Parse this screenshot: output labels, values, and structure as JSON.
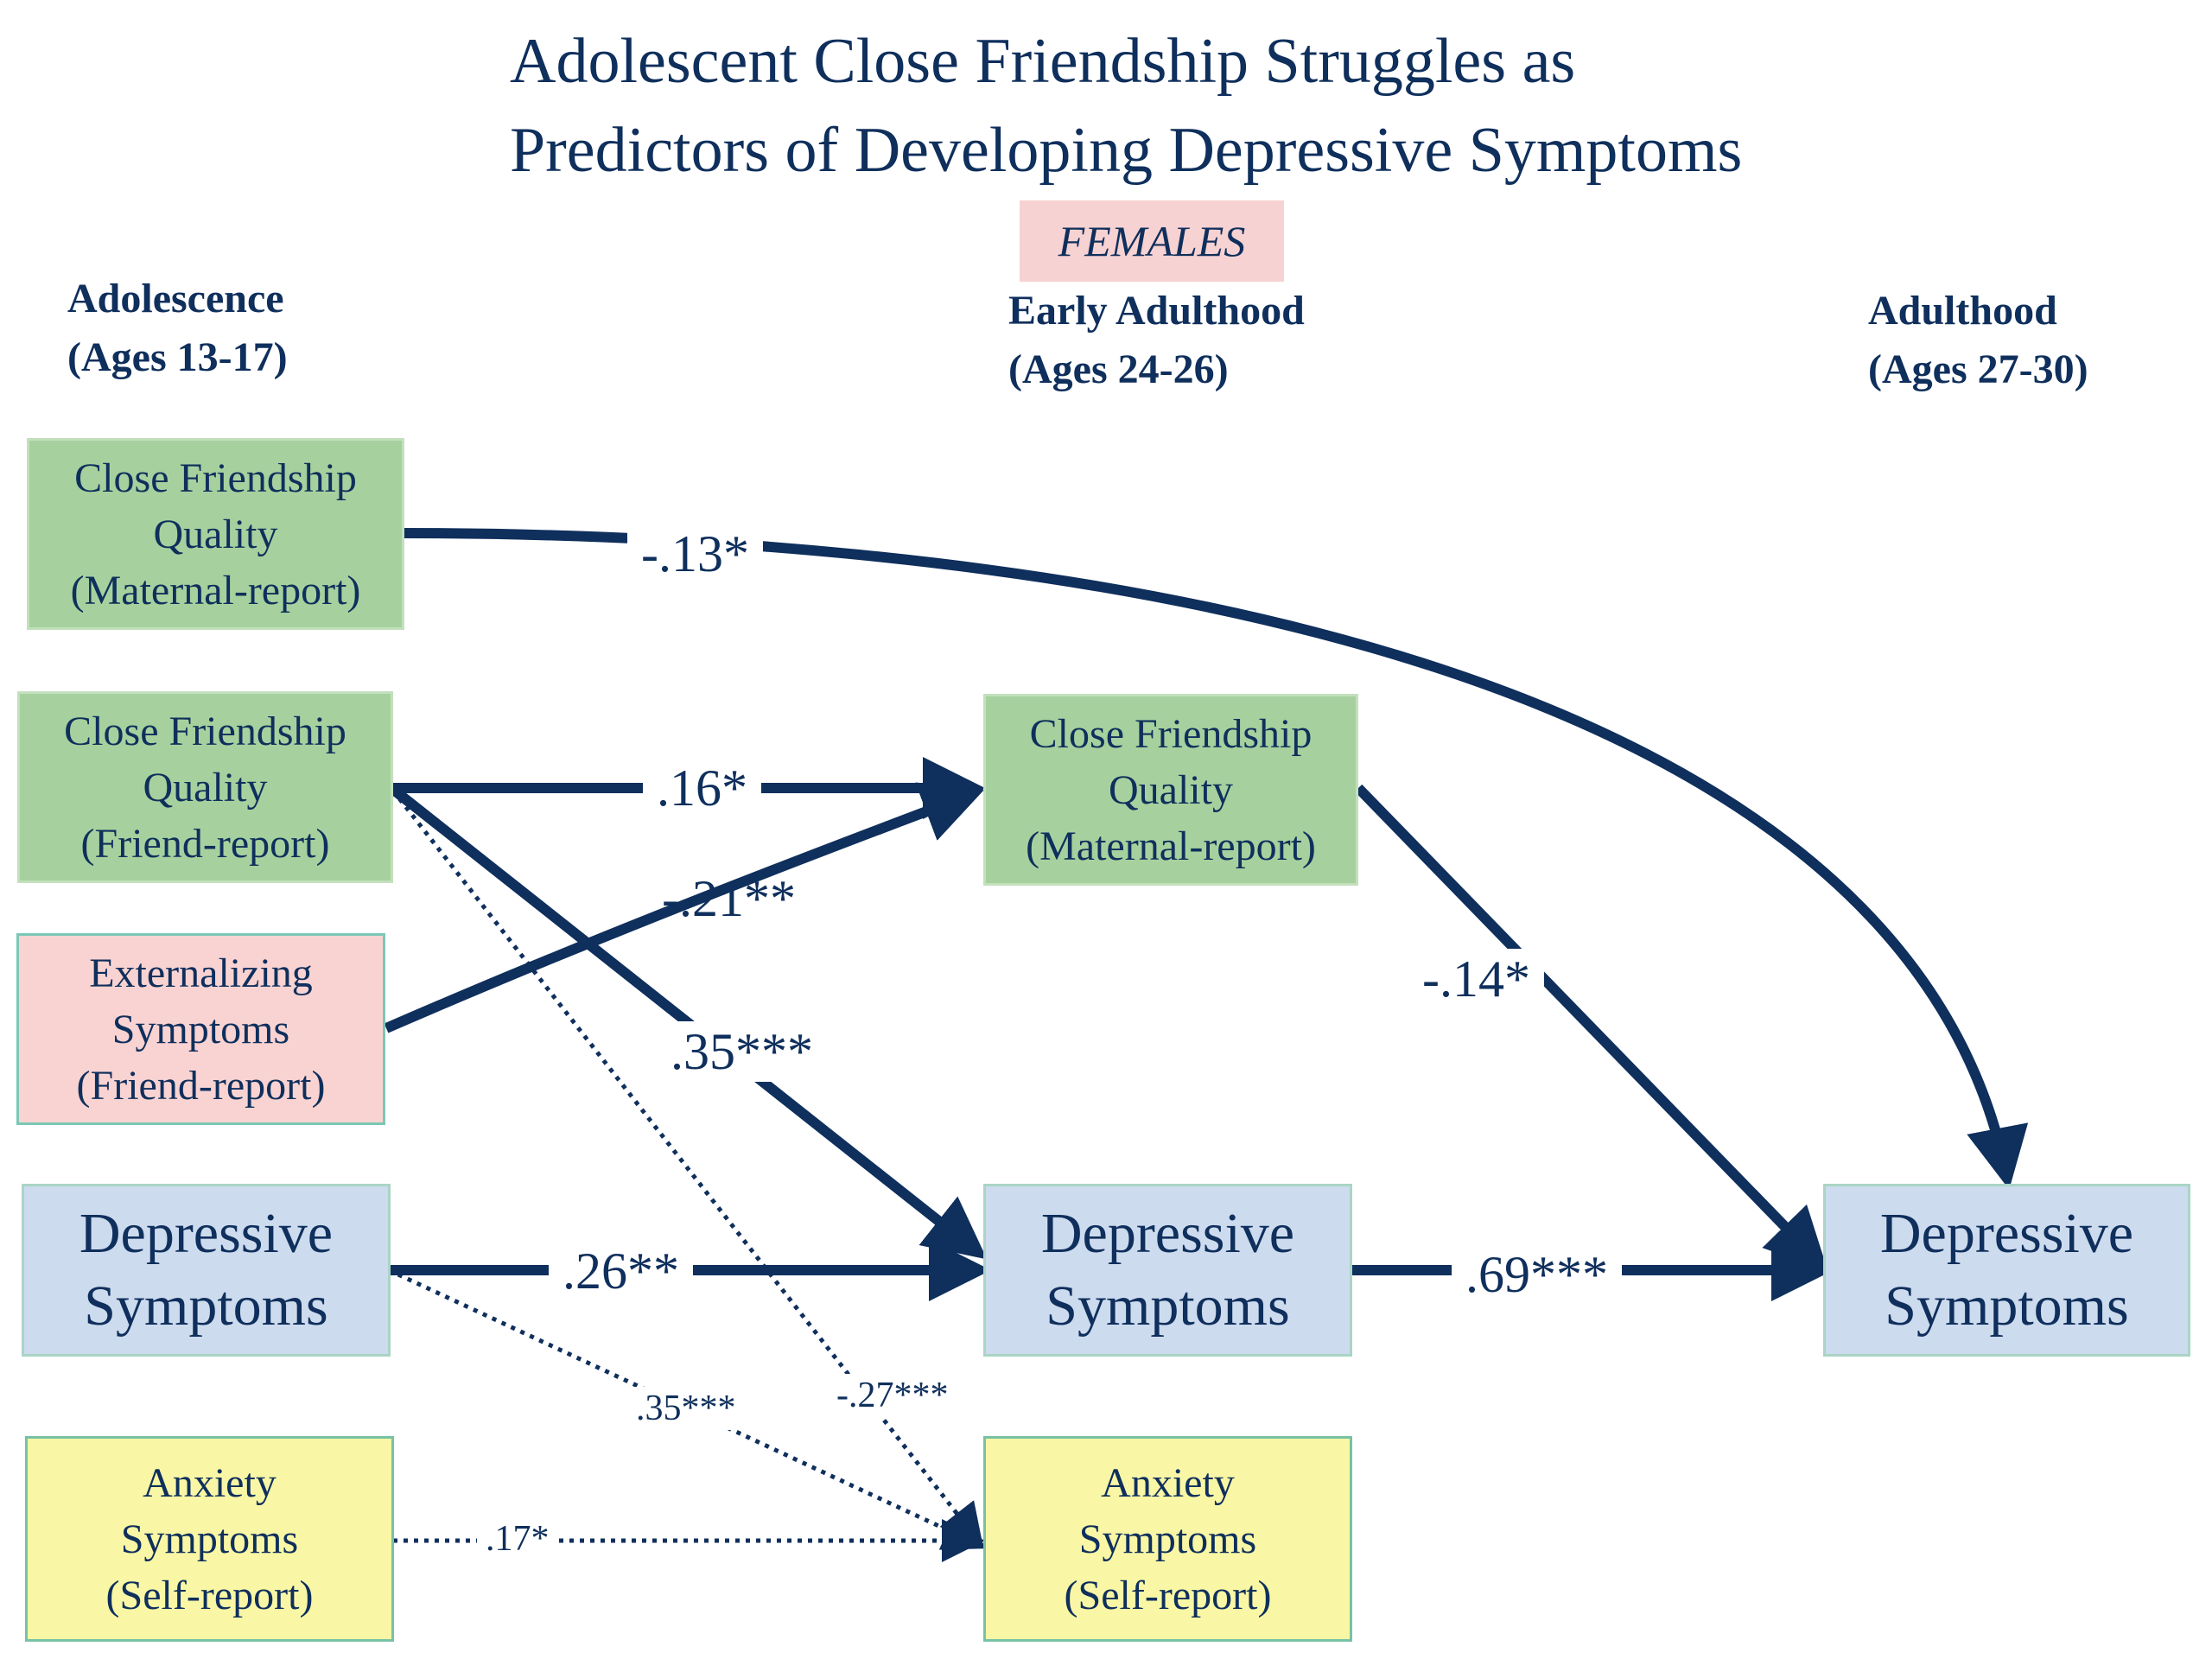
{
  "title": {
    "line1": "Adolescent Close Friendship Struggles as",
    "line2": "Predictors of Developing Depressive Symptoms"
  },
  "badge": "FEMALES",
  "stages": {
    "adolescence": {
      "name": "Adolescence",
      "ages": "(Ages 13-17)"
    },
    "early_adulthood": {
      "name": "Early Adulthood",
      "ages": "(Ages 24-26)"
    },
    "adulthood": {
      "name": "Adulthood",
      "ages": "(Ages  27-30)"
    }
  },
  "boxes": {
    "cfq_maternal_adol": [
      "Close Friendship",
      "Quality",
      "(Maternal-report)"
    ],
    "cfq_friend_adol": [
      "Close Friendship",
      "Quality",
      "(Friend-report)"
    ],
    "externalizing_adol": [
      "Externalizing",
      "Symptoms",
      "(Friend-report)"
    ],
    "depressive_adol": [
      "Depressive",
      "Symptoms"
    ],
    "anxiety_adol": [
      "Anxiety",
      "Symptoms",
      "(Self-report)"
    ],
    "cfq_maternal_early": [
      "Close Friendship",
      "Quality",
      "(Maternal-report)"
    ],
    "depressive_early": [
      "Depressive",
      "Symptoms"
    ],
    "anxiety_early": [
      "Anxiety",
      "Symptoms",
      "(Self-report)"
    ],
    "depressive_adult": [
      "Depressive",
      "Symptoms"
    ]
  },
  "coefficients": {
    "cfq_maternal_to_dep_adult": "-.13*",
    "cfq_friend_to_cfq_early": ".16*",
    "externalizing_to_cfq_early": "-.21**",
    "cfq_friend_to_dep_early": ".35***",
    "cfq_early_to_dep_adult": "-.14*",
    "dep_adol_to_dep_early": ".26**",
    "dep_early_to_dep_adult": ".69***",
    "dep_adol_to_anx_early": ".35***",
    "cfq_friend_to_anx_early": "-.27***",
    "anx_adol_to_anx_early": ".17*"
  },
  "colors": {
    "arrow": "#0f2f5c",
    "green_box": "#a6d19e",
    "pink_box": "#f9d3d2",
    "blue_box": "#cddbee",
    "yellow_box": "#f9f7a5"
  }
}
